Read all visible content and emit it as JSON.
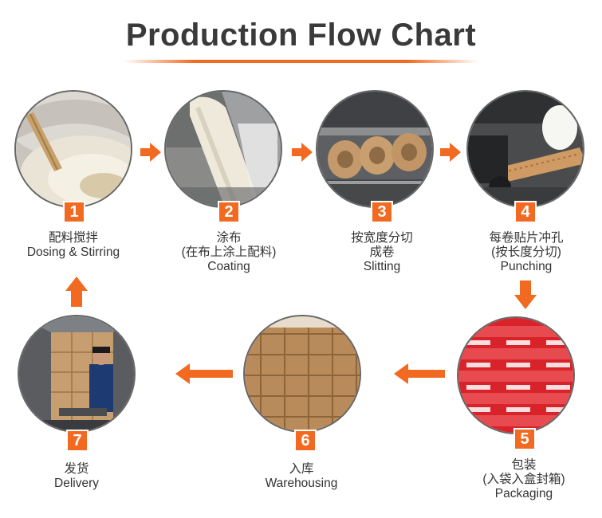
{
  "title": "Production Flow Chart",
  "steps": [
    {
      "number": "1",
      "label_cn": "配料搅拌",
      "label_cn2": "",
      "label_en": "Dosing & Stirring"
    },
    {
      "number": "2",
      "label_cn": "涂布",
      "label_cn2": "(在布上涂上配料)",
      "label_en": "Coating"
    },
    {
      "number": "3",
      "label_cn": "按宽度分切",
      "label_cn2": "成卷",
      "label_en": "Slitting"
    },
    {
      "number": "4",
      "label_cn": "每卷贴片冲孔",
      "label_cn2": "(按长度分切)",
      "label_en": "Punching"
    },
    {
      "number": "5",
      "label_cn": "包装",
      "label_cn2": "(入袋入盒封箱)",
      "label_en": "Packaging"
    },
    {
      "number": "6",
      "label_cn": "入库",
      "label_cn2": "",
      "label_en": "Warehousing"
    },
    {
      "number": "7",
      "label_cn": "发货",
      "label_cn2": "",
      "label_en": "Delivery"
    }
  ],
  "colors": {
    "accent": "#f26a21",
    "title": "#3a3a3a",
    "text": "#333333"
  }
}
